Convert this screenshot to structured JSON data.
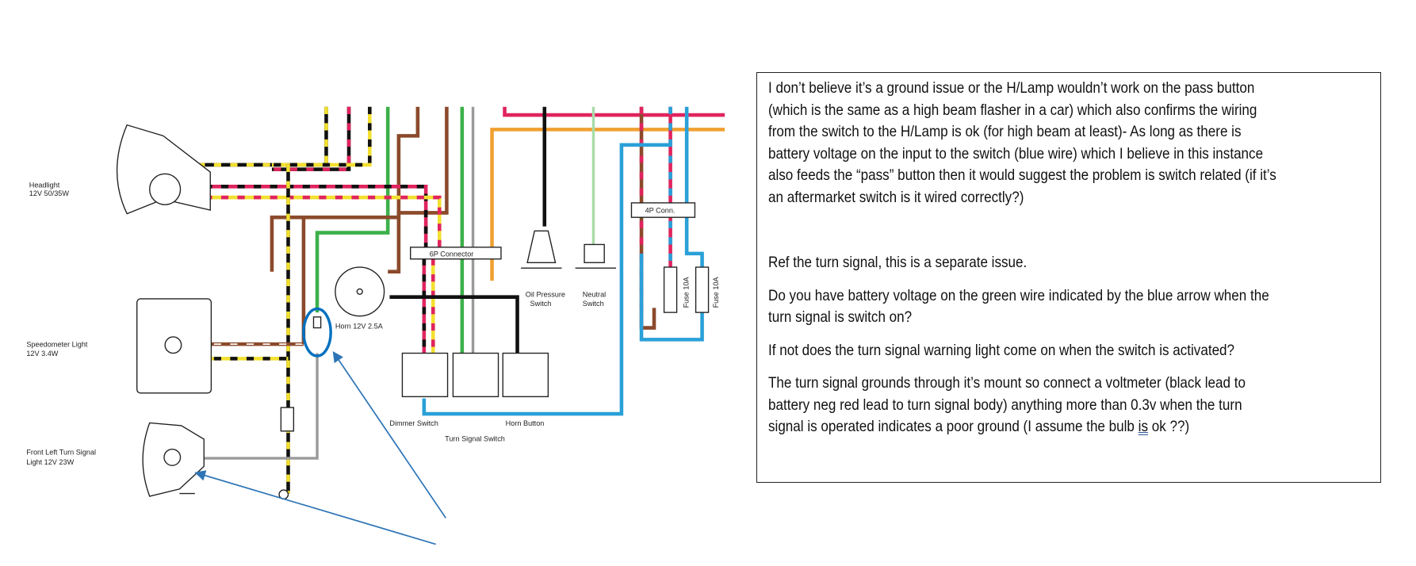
{
  "diagram": {
    "labels": {
      "headlight": [
        "Headlight",
        "12V 50/35W"
      ],
      "speedometer": [
        "Speedometer Light",
        "12V 3.4W"
      ],
      "turn_signal": [
        "Front Left Turn Signal",
        "Light 12V 23W"
      ],
      "horn": "Horn 12V 2.5A",
      "six_p": "6P Connector",
      "four_p": "4P Conn.",
      "oil": [
        "Oil Pressure",
        "Switch"
      ],
      "neutral": [
        "Neutral",
        "Switch"
      ],
      "fuse1": "Fuse 10A",
      "fuse2": "Fuse 10A",
      "dimmer": "Dimmer Switch",
      "horn_button": "Horn Button",
      "turn_switch": "Turn Signal Switch"
    },
    "colors": {
      "annotation": "#2e75b6",
      "highlight_ellipse": "#0070c0"
    }
  },
  "note": {
    "p1": [
      "I don’t believe it’s a ground issue or the H/Lamp wouldn’t work on the pass button",
      "(which is the same as a high beam flasher in a car) which also confirms the wiring",
      "from the switch to the H/Lamp is ok (for high beam at least)- As long as there is",
      "battery voltage on the input to the switch (blue wire) which I believe in this instance",
      "also feeds the “pass” button then it would suggest the problem is switch related (if it’s",
      "an aftermarket switch is it wired correctly?)"
    ],
    "p2": "Ref the turn signal, this is a separate issue.",
    "p3": [
      "Do you have battery voltage on the green wire indicated by the blue arrow when the",
      "turn signal is switch on?"
    ],
    "p4": "If not does the turn signal warning light come on when the switch is activated?",
    "p5": [
      "The turn signal grounds through it’s mount so connect a voltmeter (black lead to",
      "battery neg red lead to turn signal body) anything more than 0.3v when the turn"
    ],
    "p5_last_pre": "signal is operated indicates a poor ground (I assume the bulb ",
    "p5_last_ul": "is",
    "p5_last_post": " ok ??)"
  }
}
